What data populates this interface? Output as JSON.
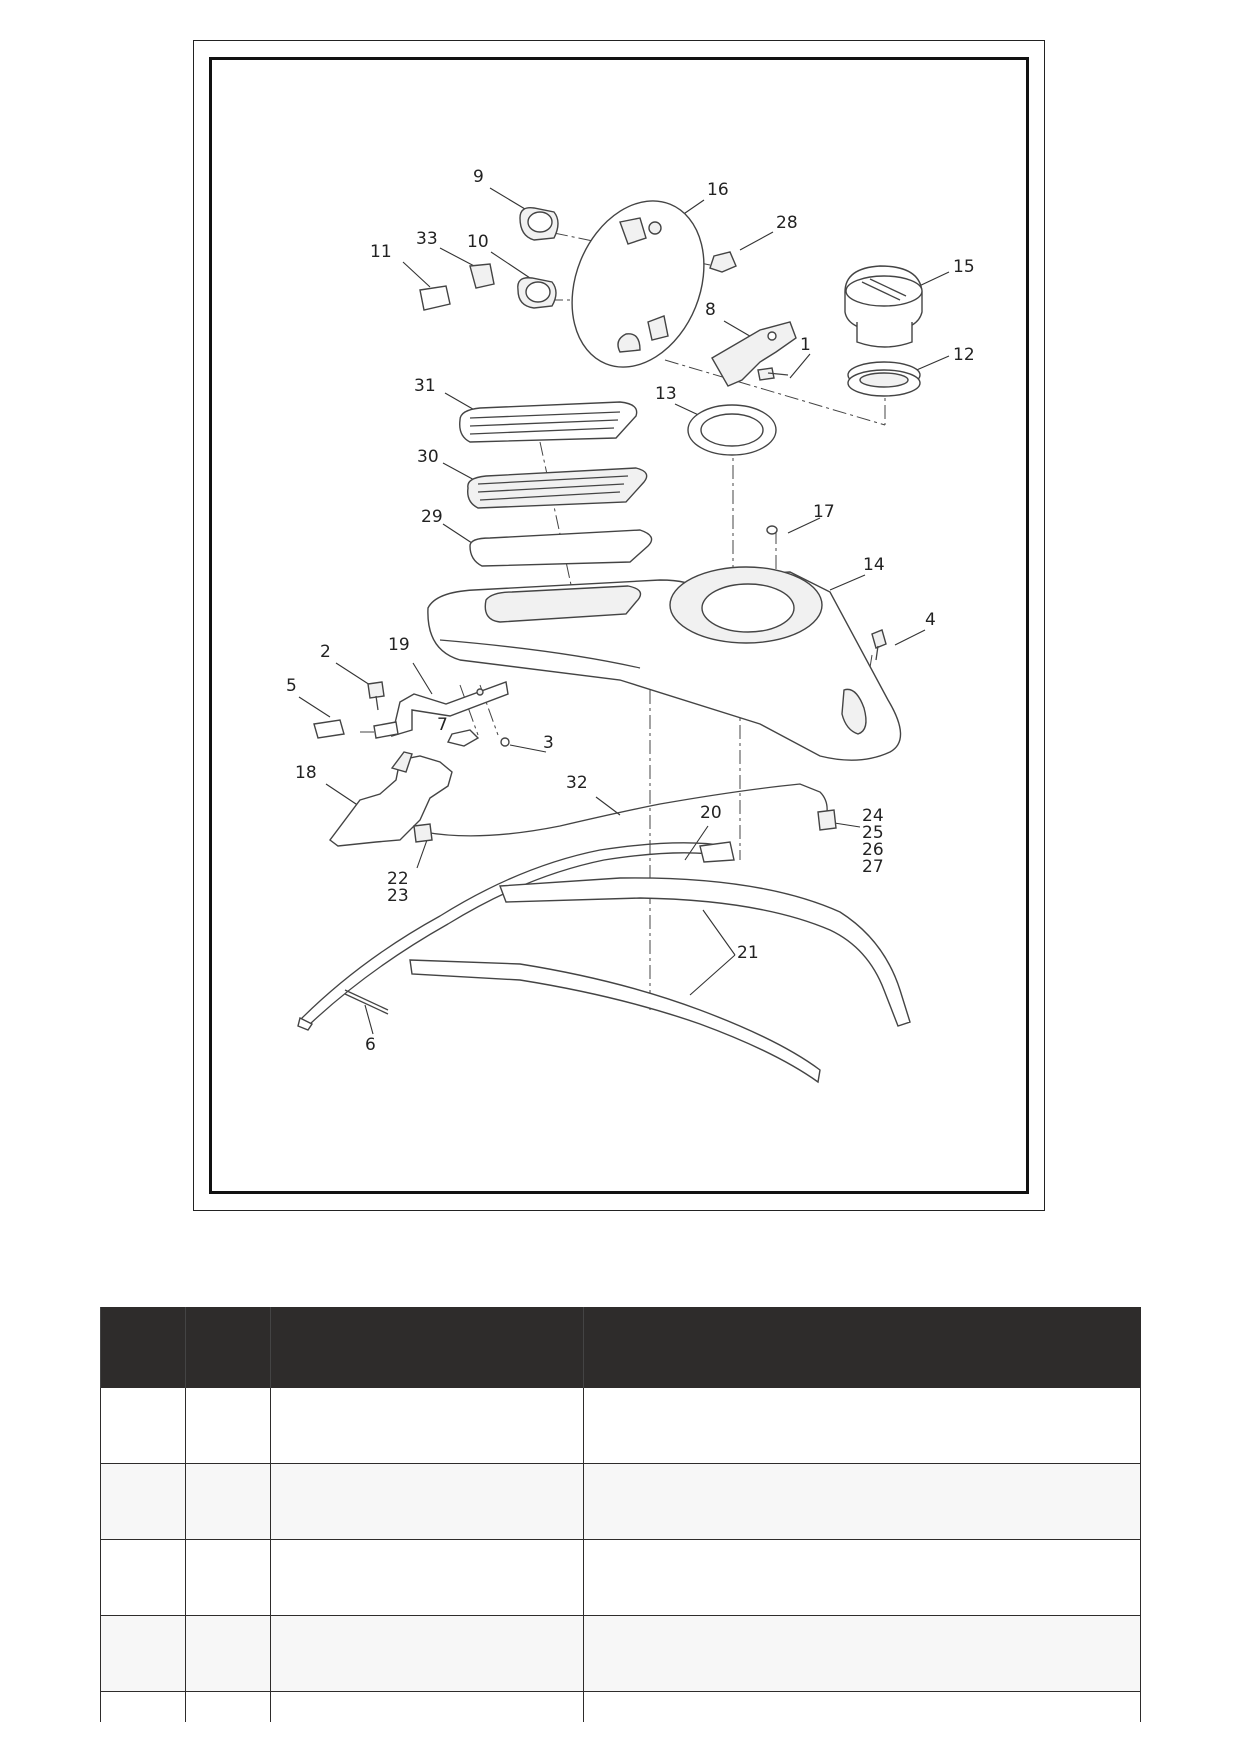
{
  "diagram": {
    "callouts": [
      "1",
      "2",
      "3",
      "4",
      "5",
      "6",
      "7",
      "8",
      "9",
      "10",
      "11",
      "12",
      "13",
      "14",
      "15",
      "16",
      "17",
      "18",
      "19",
      "20",
      "21",
      "22",
      "23",
      "24",
      "25",
      "26",
      "27",
      "28",
      "29",
      "30",
      "31",
      "32",
      "33"
    ]
  },
  "table": {
    "headers": [
      "",
      "",
      "",
      ""
    ],
    "rows": [
      [
        "",
        "",
        "",
        ""
      ],
      [
        "",
        "",
        "",
        ""
      ],
      [
        "",
        "",
        "",
        ""
      ],
      [
        "",
        "",
        "",
        ""
      ],
      [
        "",
        "",
        "",
        ""
      ]
    ]
  },
  "colors": {
    "header_bg": "#2e2c2b",
    "alt_row_bg": "#f7f7f7",
    "frame": "#111111"
  }
}
